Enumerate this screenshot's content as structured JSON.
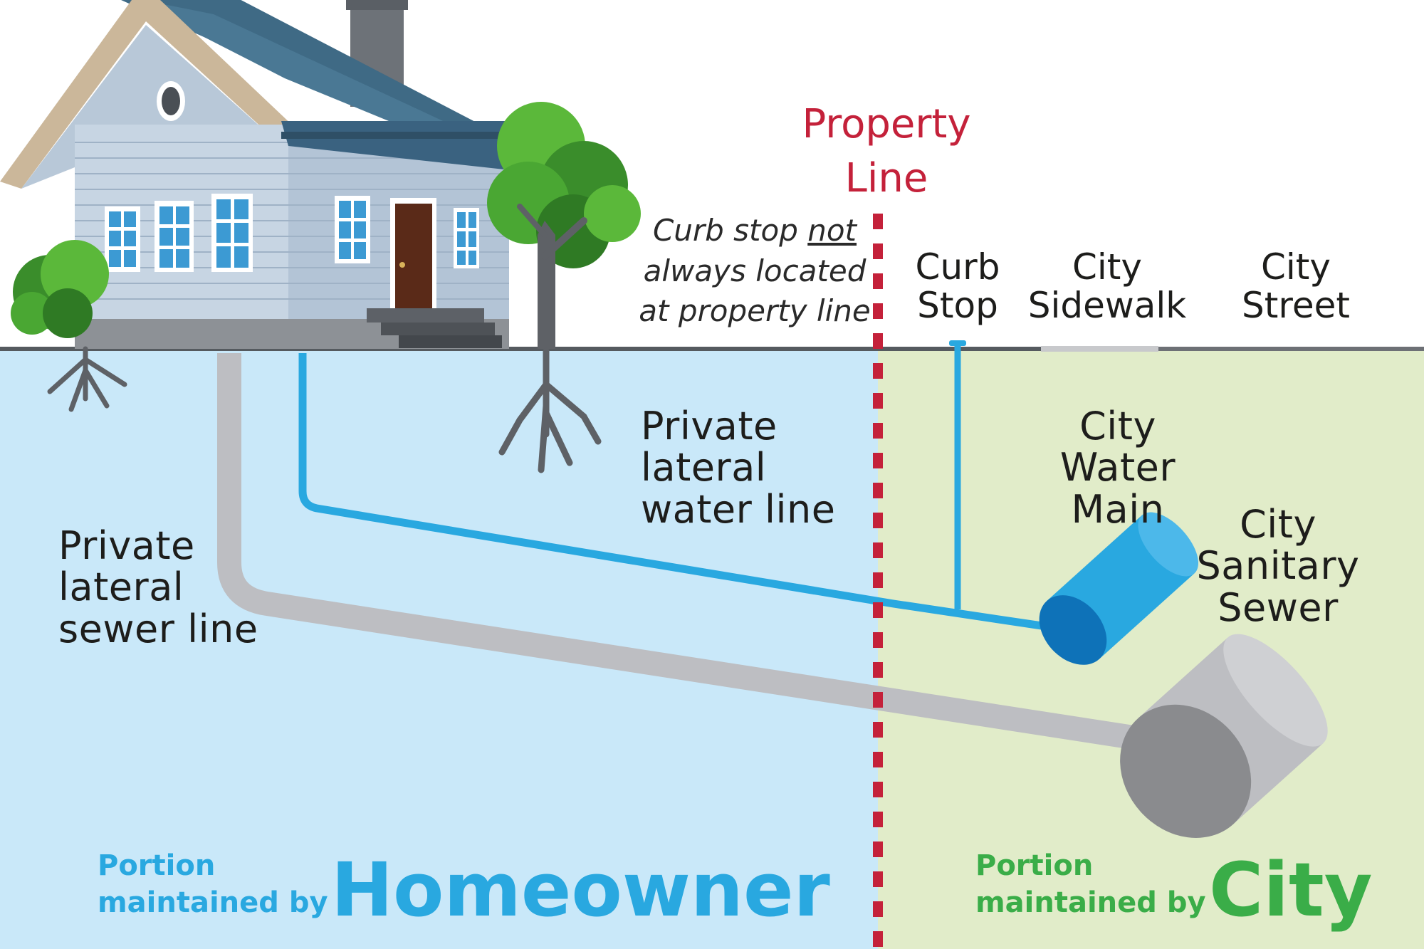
{
  "labels": {
    "property_line": [
      "Property",
      "Line"
    ],
    "curb_note": {
      "prefix": "Curb stop ",
      "emphasis": "not",
      "line2": "always located",
      "line3": "at property line"
    },
    "curb_stop": [
      "Curb",
      "Stop"
    ],
    "city_sidewalk": [
      "City",
      "Sidewalk"
    ],
    "city_street": [
      "City",
      "Street"
    ],
    "private_water": [
      "Private",
      "lateral",
      "water line"
    ],
    "private_sewer": [
      "Private",
      "lateral",
      "sewer line"
    ],
    "city_water_main": [
      "City",
      "Water",
      "Main"
    ],
    "city_sanitary_sewer": [
      "City",
      "Sanitary",
      "Sewer"
    ]
  },
  "footer": {
    "homeowner": {
      "line1": "Portion",
      "line2": "maintained by",
      "name": "Homeowner"
    },
    "city": {
      "line1": "Portion",
      "line2": "maintained by",
      "name": "City"
    }
  },
  "colors": {
    "homeowner_zone": "#c9e8f9",
    "city_zone": "#e1ecc9",
    "property_line": "#c4213a",
    "water_pipe": "#29a8e0",
    "sewer_pipe": "#bdbec2",
    "homeowner_text": "#29a8e0",
    "city_text": "#3aad48"
  }
}
